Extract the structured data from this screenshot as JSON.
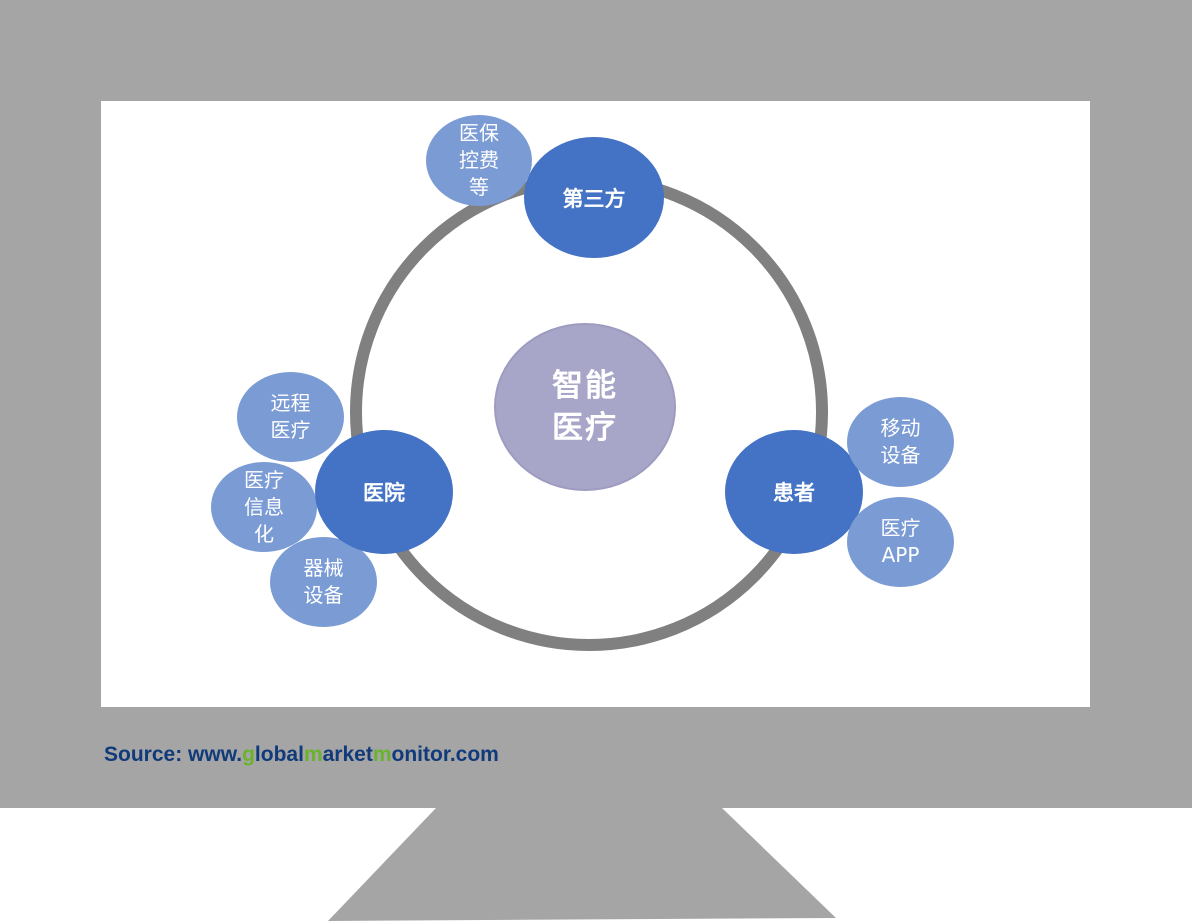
{
  "diagram": {
    "center": "智能\n医疗",
    "nodes": [
      {
        "label": "第三方",
        "children": [
          "医保\n控费\n等"
        ]
      },
      {
        "label": "医院",
        "children": [
          "远程\n医疗",
          "医疗\n信息\n化",
          "器械\n设备"
        ]
      },
      {
        "label": "患者",
        "children": [
          "移动\n设备",
          "医疗\nAPP"
        ]
      }
    ]
  },
  "source": {
    "prefix": "Source: www.",
    "parts": [
      "g",
      "lobal",
      "m",
      "arket",
      "m",
      "onitor"
    ],
    "suffix": ".com"
  },
  "colors": {
    "frame": "#a5a5a5",
    "ring": "#808080",
    "main_node": "#4472c4",
    "sub_node": "#7b9bd4",
    "center_node": "#a8a6c8",
    "source_text": "#103a7a",
    "source_accent": "#6ab42c"
  }
}
